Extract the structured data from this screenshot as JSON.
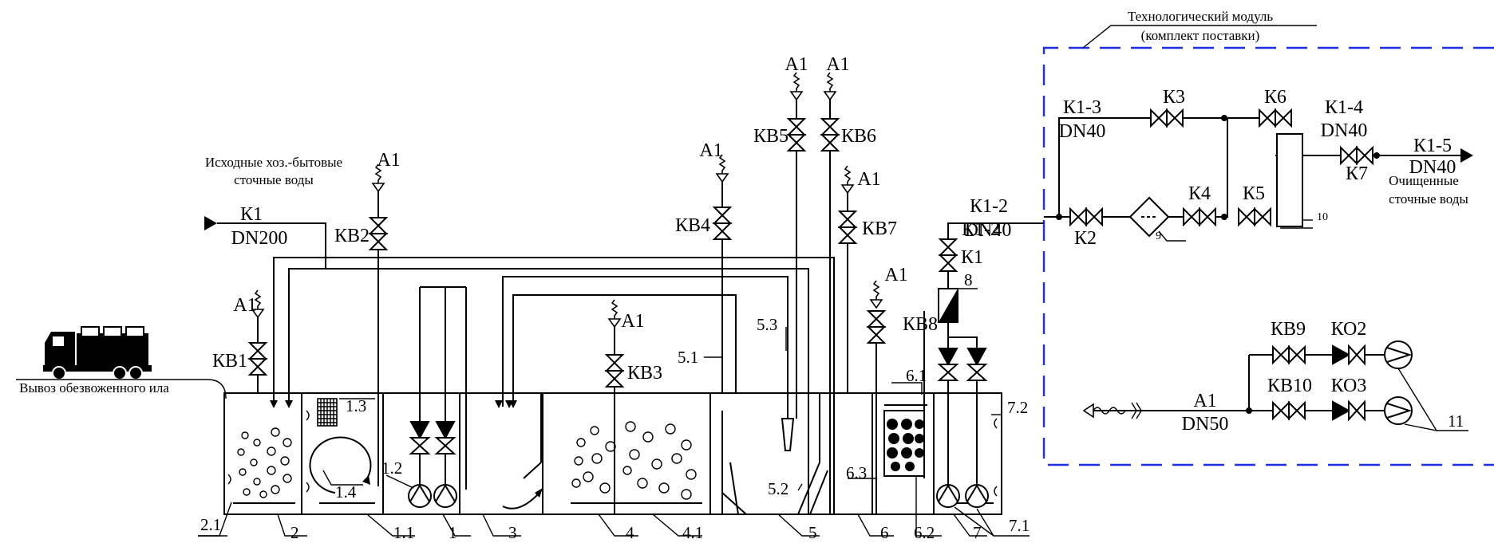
{
  "module": {
    "title_line1": "Технологический модуль",
    "title_line2": "(комплект поставки)",
    "frame_color": "#1f2ee6"
  },
  "inlet": {
    "desc_line1": "Исходные хоз.-бытовые",
    "desc_line2": "сточные воды",
    "pipe": "К1",
    "dn": "DN200"
  },
  "sludge_removal": "Вывоз обезвоженного ила",
  "outlet": {
    "pipe": "К1-5",
    "dn": "DN40",
    "desc_line1": "Очищенные",
    "desc_line2": "сточные воды"
  },
  "pipes": {
    "k1_2": "К1-2",
    "k1_2_dn": "DN40",
    "k1_3": "К1-3",
    "k1_3_dn": "DN40",
    "k1_4": "К1-4",
    "k1_4_dn": "DN40",
    "air": "А1",
    "air_dn": "DN50"
  },
  "valves": {
    "kv1": "КВ1",
    "kv2": "КВ2",
    "kv3": "КВ3",
    "kv4": "КВ4",
    "kv5": "КВ5",
    "kv6": "КВ6",
    "kv7": "КВ7",
    "kv8": "КВ8",
    "kv9": "КВ9",
    "kv10": "КВ10",
    "k1": "К1",
    "k2": "К2",
    "k3": "К3",
    "k4": "К4",
    "k5": "К5",
    "k6": "К6",
    "k7": "К7",
    "ko2": "КО2",
    "ko3": "КО3"
  },
  "air_label": "А1",
  "callouts": {
    "c2_1": "2.1",
    "c2": "2",
    "c1_1": "1.1",
    "c1": "1",
    "c1_2": "1.2",
    "c1_3": "1.3",
    "c1_4": "1.4",
    "c3": "3",
    "c4": "4",
    "c4_1": "4.1",
    "c5": "5",
    "c5_1": "5.1",
    "c5_2": "5.2",
    "c5_3": "5.3",
    "c6": "6",
    "c6_1": "6.1",
    "c6_2": "6.2",
    "c6_3": "6.3",
    "c7": "7",
    "c7_1": "7.1",
    "c7_2": "7.2",
    "c8": "8",
    "c9": "9",
    "c10": "10",
    "c11": "11"
  }
}
